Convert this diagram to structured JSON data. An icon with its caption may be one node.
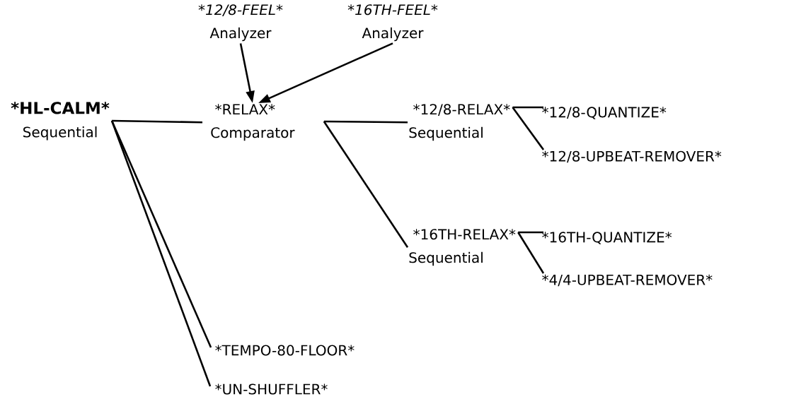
{
  "diagram": {
    "nodes": [
      {
        "text": [
          "*12/8-FEEL*",
          "Analyzer"
        ]
      },
      {
        "text": [
          "*16TH-FEEL*",
          "Analyzer"
        ]
      },
      {
        "text": [
          "*HL-CALM*",
          "Sequential"
        ]
      },
      {
        "text": [
          "*RELAX*",
          "Comparator"
        ]
      },
      {
        "text": [
          "*12/8-RELAX*",
          "Sequential"
        ]
      },
      {
        "text": [
          "*12/8-QUANTIZE*"
        ]
      },
      {
        "text": [
          "*12/8-UPBEAT-REMOVER*"
        ]
      },
      {
        "text": [
          "*16TH-RELAX*",
          "Sequential"
        ]
      },
      {
        "text": [
          "*16TH-QUANTIZE*"
        ]
      },
      {
        "text": [
          "*4/4-UPBEAT-REMOVER*"
        ]
      },
      {
        "text": [
          "*TEMPO-80-FLOOR*"
        ]
      },
      {
        "text": [
          "*UN-SHUFFLER*"
        ]
      }
    ],
    "edges": [
      {
        "from": 0,
        "to": 3,
        "arrow": "to"
      },
      {
        "from": 1,
        "to": 3,
        "arrow": "to"
      },
      {
        "from": 2,
        "to": 3,
        "arrow": "none"
      },
      {
        "from": 2,
        "to": 10,
        "arrow": "none"
      },
      {
        "from": 2,
        "to": 11,
        "arrow": "none"
      },
      {
        "from": 3,
        "to": 4,
        "arrow": "none"
      },
      {
        "from": 3,
        "to": 7,
        "arrow": "none"
      },
      {
        "from": 4,
        "to": 5,
        "arrow": "none"
      },
      {
        "from": 4,
        "to": 6,
        "arrow": "none"
      },
      {
        "from": 7,
        "to": 8,
        "arrow": "none"
      },
      {
        "from": 7,
        "to": 9,
        "arrow": "none"
      }
    ]
  }
}
